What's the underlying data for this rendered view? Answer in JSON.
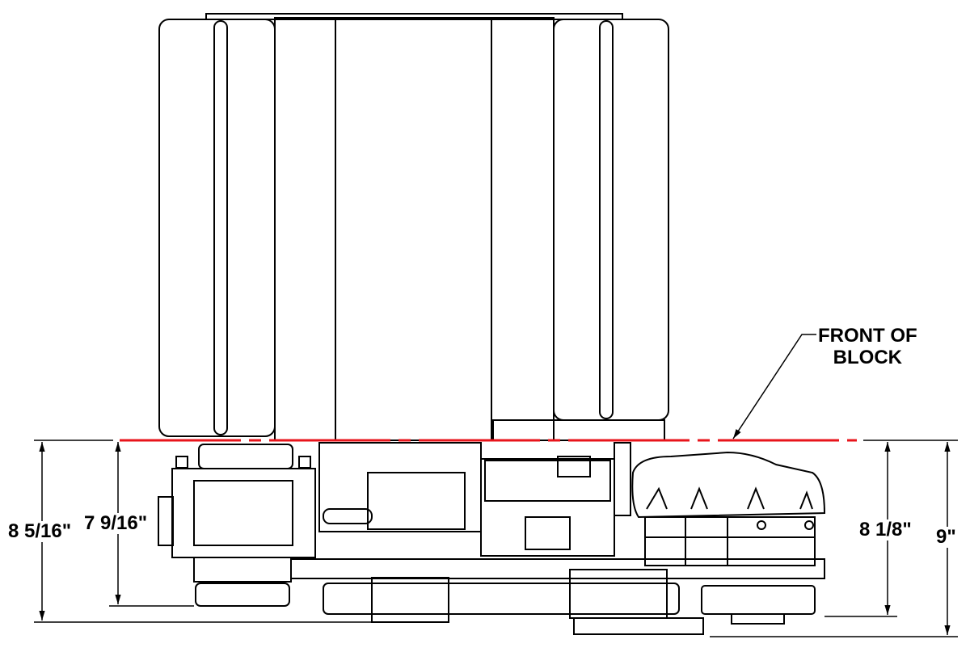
{
  "annotation": {
    "line1": "FRONT OF",
    "line2": "BLOCK"
  },
  "dimensions": {
    "left_outer": "8 5/16\"",
    "left_inner": "7 9/16\"",
    "right_inner": "8 1/8\"",
    "right_outer": "9\""
  },
  "colors": {
    "reference_line": "#e8141b",
    "ink": "#000000"
  }
}
